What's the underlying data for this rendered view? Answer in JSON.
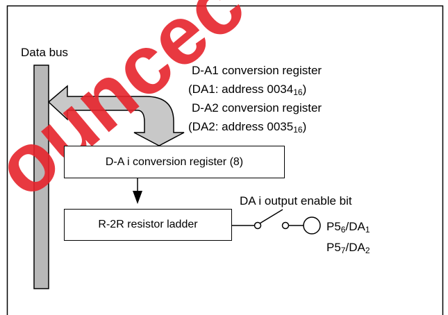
{
  "bus": {
    "label": "Data bus"
  },
  "registers": {
    "da1": {
      "name": "D-A1 conversion register",
      "detail_prefix": "(DA1: address 0034",
      "detail_sub": "16",
      "detail_suffix": ")"
    },
    "da2": {
      "name": "D-A2 conversion register",
      "detail_prefix": "(DA2: address 0035",
      "detail_sub": "16",
      "detail_suffix": ")"
    }
  },
  "blocks": {
    "conversion_register": "D-A i conversion register (8)",
    "resistor_ladder": "R-2R resistor ladder"
  },
  "switch": {
    "label": "DA i output enable bit"
  },
  "pins": [
    {
      "port": "P5",
      "bit": "6",
      "name": "/DA",
      "num": "1"
    },
    {
      "port": "P5",
      "bit": "7",
      "name": "/DA",
      "num": "2"
    }
  ],
  "watermark": {
    "text": "ouncec",
    "color": "#e6242b"
  },
  "colors": {
    "bus_fill": "#b8b8b8",
    "arrow_fill": "#c8c8c8",
    "line": "#000000"
  }
}
